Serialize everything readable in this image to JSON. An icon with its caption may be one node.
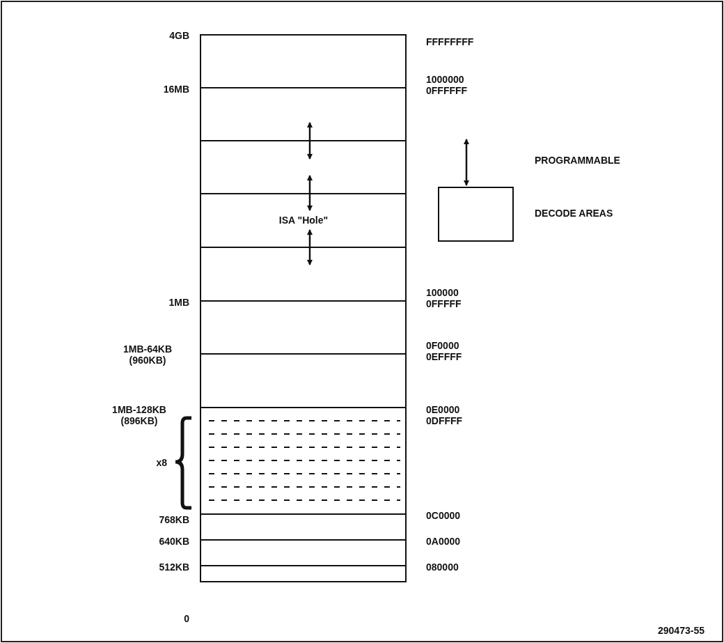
{
  "diagram": {
    "nodes": [
      {
        "text": [
          "ISA \"Hole\""
        ]
      }
    ],
    "labels": [
      "4GB",
      "FFFFFFFF",
      "16MB",
      "1000000",
      "0FFFFFF",
      "1MB",
      "100000",
      "0FFFFF",
      "1MB-64KB (960KB)",
      "0F0000",
      "0EFFFF",
      "1MB-128KB (896KB)",
      "0E0000",
      "0DFFFF",
      "x8",
      "768KB",
      "0C0000",
      "640KB",
      "0A0000",
      "512KB",
      "080000",
      "0",
      "290473-55"
    ],
    "legend": [
      {
        "text": "PROGRAMMABLE"
      },
      {
        "text": "DECODE AREAS"
      }
    ]
  }
}
